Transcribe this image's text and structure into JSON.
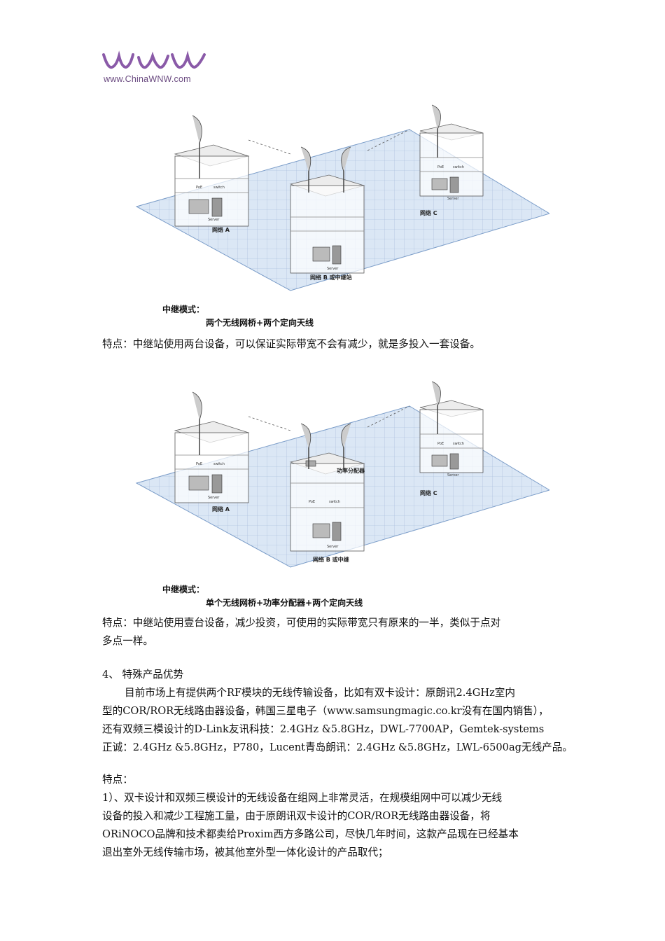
{
  "logo": {
    "url": "www.ChinaWNW.com",
    "brand_color": "#8a5aa8"
  },
  "diagram1": {
    "net_a": "网络 A",
    "net_b": "网络 B 或中继站",
    "net_c": "网络 C",
    "poe": "PoE",
    "switch": "switch",
    "server": "Server",
    "caption_title": "中继模式：",
    "caption_sub": "两个无线网桥+两个定向天线"
  },
  "feature1": "特点：中继站使用两台设备，可以保证实际带宽不会有减少，就是多投入一套设备。",
  "diagram2": {
    "net_a": "网络 A",
    "net_b": "网络 B 或中继",
    "net_c": "网络 C",
    "poe": "PoE",
    "switch": "switch",
    "server": "Server",
    "splitter": "功率分配器",
    "caption_title": "中继模式：",
    "caption_sub": "单个无线网桥+功率分配器+两个定向天线"
  },
  "feature2": {
    "line1": "特点：中继站使用壹台设备，减少投资，可使用的实际带宽只有原来的一半，类似于点对",
    "line2": "多点一样。"
  },
  "section4": {
    "heading": "4、 特殊产品优势",
    "line1": "目前市场上有提供两个RF模块的无线传输设备，比如有双卡设计：原朗讯2.4GHz室内",
    "line2": "型的COR/ROR无线路由器设备，韩国三星电子（www.samsungmagic.co.kr没有在国内销售），",
    "line3": "还有双频三模设计的D-Link友讯科技：2.4GHz &5.8GHz，DWL-7700AP，Gemtek-systems",
    "line4": "正诚：2.4GHz &5.8GHz，P780，Lucent青岛朗讯：2.4GHz &5.8GHz，LWL-6500ag无线产品。"
  },
  "features": {
    "heading": "特点：",
    "line1": "1）、双卡设计和双频三模设计的无线设备在组网上非常灵活，在规模组网中可以减少无线",
    "line2": "设备的投入和减少工程施工量，由于原朗讯双卡设计的COR/ROR无线路由器设备，将",
    "line3": "ORiNOCO品牌和技术都卖给Proxim西方多路公司，尽快几年时间，这款产品现在已经基本",
    "line4": "退出室外无线传输市场，被其他室外型一体化设计的产品取代；"
  }
}
